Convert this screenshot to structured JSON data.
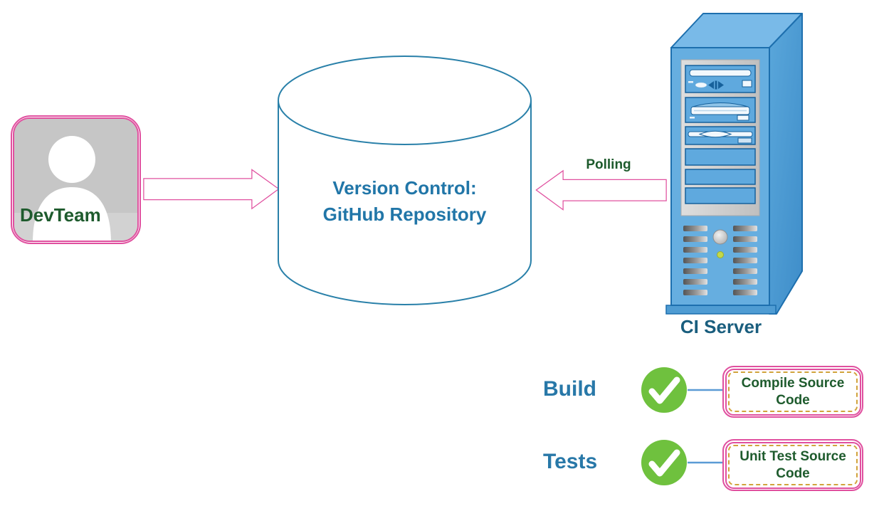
{
  "dev_team": {
    "label": "DevTeam",
    "icon": "person-icon"
  },
  "repository": {
    "label_line1": "Version Control:",
    "label_line2": "GitHub Repository",
    "icon": "database-cylinder-icon"
  },
  "ci_server": {
    "label": "CI Server",
    "icon": "server-tower-icon"
  },
  "arrows": {
    "commit": {
      "label": "",
      "direction": "right"
    },
    "polling": {
      "label": "Polling",
      "direction": "left"
    }
  },
  "steps": [
    {
      "label": "Build",
      "status_icon": "check-icon",
      "detail": "Compile Source Code"
    },
    {
      "label": "Tests",
      "status_icon": "check-icon",
      "detail": "Unit Test Source Code"
    }
  ],
  "colors": {
    "pink_outline": "#E0509F",
    "dark_green_text": "#1E5B2D",
    "blue_heading": "#2878A8",
    "repo_text_blue": "#2176A8",
    "ci_server_text": "#1A5E7E",
    "cylinder_stroke": "#2980A9",
    "tower_blue": "#66AEE0",
    "tower_outline": "#1D6FAE",
    "check_green": "#6FC13E",
    "connector_blue": "#5B9BD5",
    "dashed_gold": "#D1A33C",
    "avatar_gray": "#C6C6C6"
  }
}
